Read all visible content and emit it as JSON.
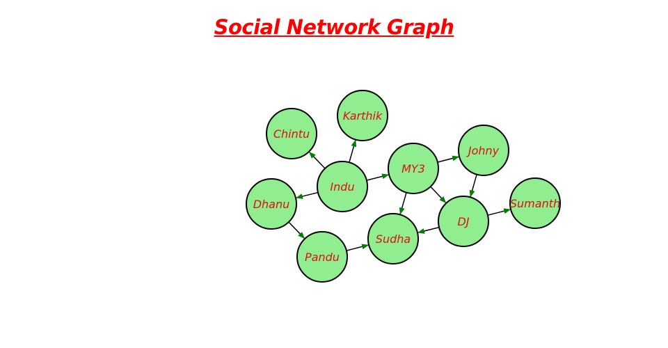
{
  "title": "Social Network Graph",
  "colors": {
    "title": "#ff0000",
    "node_fill": "#90ee90",
    "node_stroke": "#000000",
    "label": "#dd1111",
    "edge": "#000000",
    "arrow": "#008000"
  },
  "nodes": [
    {
      "id": "Chintu",
      "label": "Chintu"
    },
    {
      "id": "Karthik",
      "label": "Karthik"
    },
    {
      "id": "Indu",
      "label": "Indu"
    },
    {
      "id": "MY3",
      "label": "MY3"
    },
    {
      "id": "Johny",
      "label": "Johny"
    },
    {
      "id": "Dhanu",
      "label": "Dhanu"
    },
    {
      "id": "DJ",
      "label": "DJ"
    },
    {
      "id": "Sumanth",
      "label": "Sumanth"
    },
    {
      "id": "Pandu",
      "label": "Pandu"
    },
    {
      "id": "Sudha",
      "label": "Sudha"
    }
  ],
  "edges": [
    {
      "from": "Indu",
      "to": "Chintu"
    },
    {
      "from": "Indu",
      "to": "Karthik"
    },
    {
      "from": "Indu",
      "to": "MY3"
    },
    {
      "from": "Indu",
      "to": "Dhanu"
    },
    {
      "from": "MY3",
      "to": "Johny"
    },
    {
      "from": "MY3",
      "to": "DJ"
    },
    {
      "from": "MY3",
      "to": "Sudha"
    },
    {
      "from": "Johny",
      "to": "DJ"
    },
    {
      "from": "DJ",
      "to": "Sumanth"
    },
    {
      "from": "DJ",
      "to": "Sudha"
    },
    {
      "from": "Dhanu",
      "to": "Pandu"
    },
    {
      "from": "Pandu",
      "to": "Sudha"
    }
  ]
}
